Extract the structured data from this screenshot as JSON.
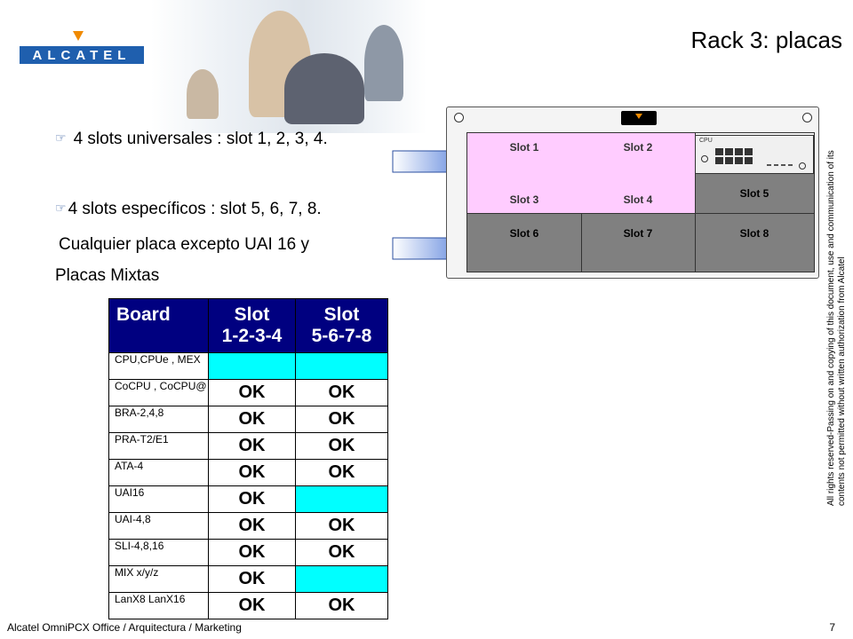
{
  "header": {
    "logo_text": "ALCATEL",
    "title": "Rack 3: placas"
  },
  "bullets": {
    "item1": "4 slots universales   : slot 1, 2, 3, 4.",
    "item2": "4 slots específicos : slot 5, 6, 7, 8.",
    "item2_cont1": "Cualquier placa excepto UAI 16 y",
    "item2_cont2": "Placas Mixtas"
  },
  "rack": {
    "cpu_label": "CPU",
    "slots": [
      "Slot 1",
      "Slot 2",
      "Slot 3",
      "Slot 4",
      "Slot 5",
      "Slot 6",
      "Slot 7",
      "Slot 8"
    ]
  },
  "table": {
    "headers": [
      "Board",
      "Slot 1-2-3-4",
      "Slot 5-6-7-8"
    ],
    "rows": [
      {
        "name": "CPU,CPUe , MEX",
        "s1234": "",
        "s5678": ""
      },
      {
        "name": "CoCPU , CoCPU@",
        "s1234": "OK",
        "s5678": "OK"
      },
      {
        "name": "BRA-2,4,8",
        "s1234": "OK",
        "s5678": "OK"
      },
      {
        "name": "PRA-T2/E1",
        "s1234": "OK",
        "s5678": "OK"
      },
      {
        "name": "ATA-4",
        "s1234": "OK",
        "s5678": "OK"
      },
      {
        "name": "UAI16",
        "s1234": "OK",
        "s5678": ""
      },
      {
        "name": "UAI-4,8",
        "s1234": "OK",
        "s5678": "OK"
      },
      {
        "name": "SLI-4,8,16",
        "s1234": "OK",
        "s5678": "OK"
      },
      {
        "name": "MIX x/y/z",
        "s1234": "OK",
        "s5678": ""
      },
      {
        "name": "LanX8 LanX16",
        "s1234": "OK",
        "s5678": "OK"
      }
    ]
  },
  "colors": {
    "table_header": "#000080",
    "cyan_cell": "#00ffff",
    "slot_light": "#ffccff",
    "slot_dark": "#808080",
    "logo_blue": "#1f5fae",
    "accent_orange": "#f08a00"
  },
  "side_note": "All rights reserved-Passing on and copying of this document, use and communication of its contents not permitted without written authorization from Alcatel",
  "footer": {
    "text": "Alcatel OmniPCX Office / Arquitectura / Marketing",
    "page": "7"
  }
}
